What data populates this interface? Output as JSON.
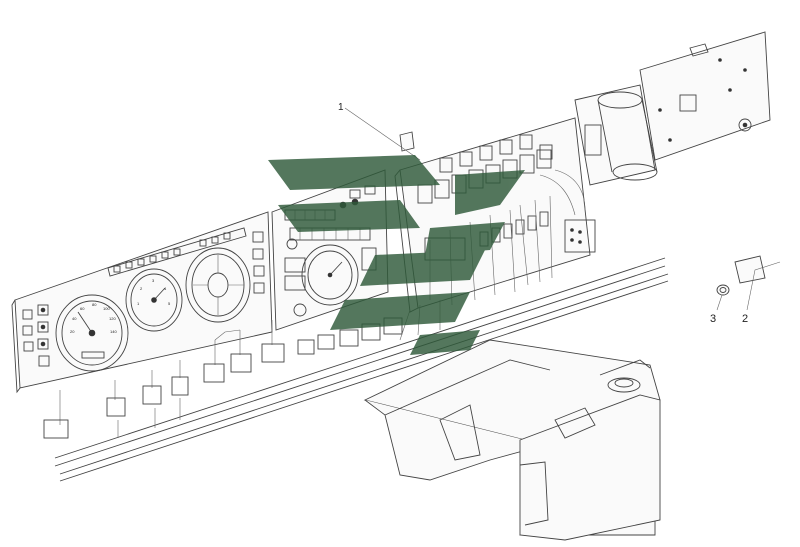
{
  "callouts": [
    {
      "id": "c1",
      "text": "1"
    },
    {
      "id": "c2",
      "text": "2"
    },
    {
      "id": "c3",
      "text": "3"
    }
  ],
  "gauge_numerals": {
    "speedometer": [
      "20",
      "40",
      "60",
      "80",
      "100",
      "120",
      "140"
    ],
    "tachometer": [
      "1",
      "2",
      "3",
      "4",
      "5"
    ]
  },
  "colors": {
    "line": "#444444",
    "watermark": "#2f5a3a"
  }
}
